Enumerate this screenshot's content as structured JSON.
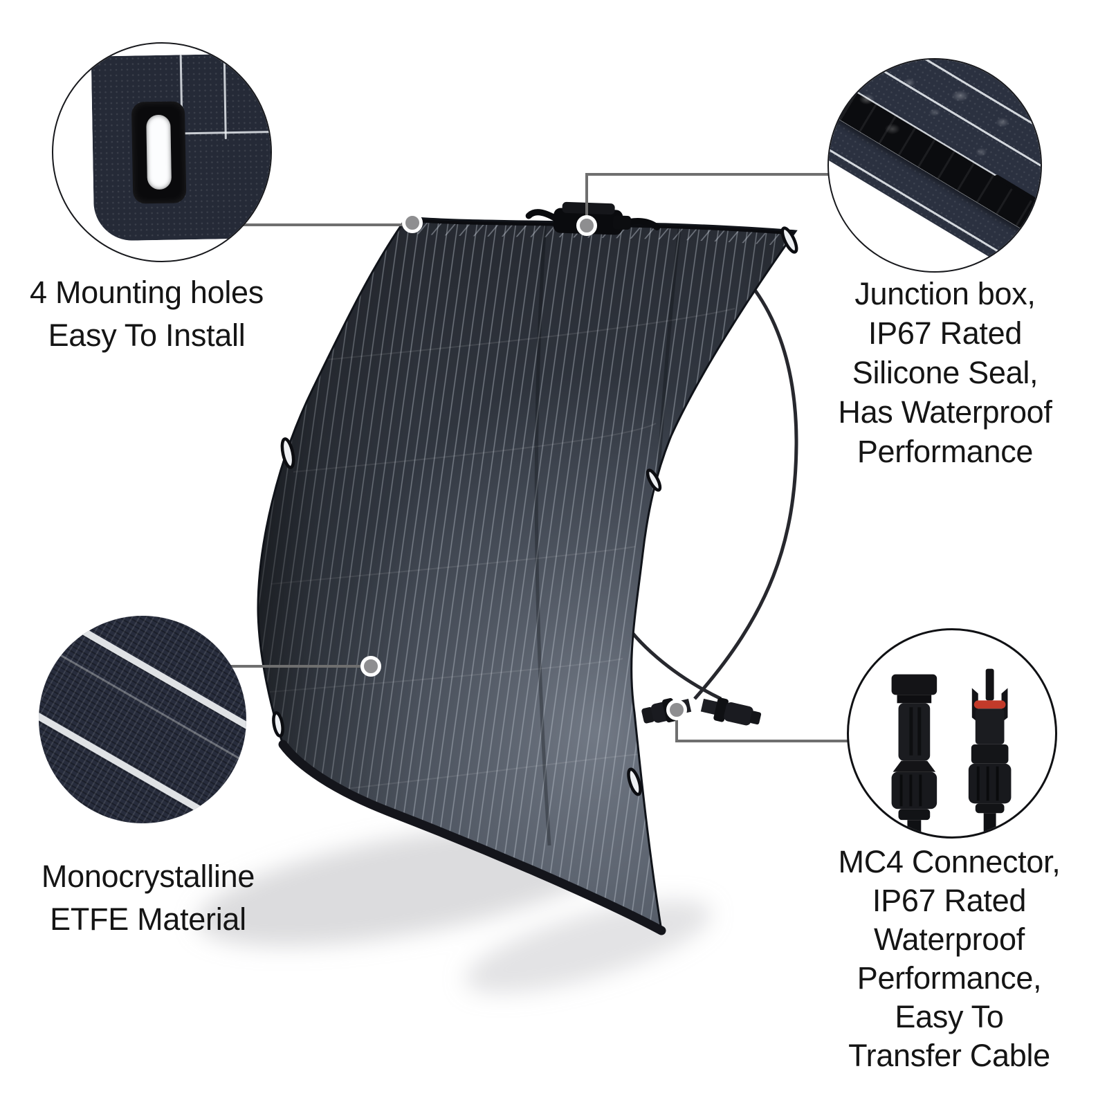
{
  "callouts": {
    "mounting_holes": {
      "lines": [
        "4 Mounting holes",
        "Easy To Install"
      ]
    },
    "junction_box": {
      "lines": [
        "Junction box,",
        "IP67 Rated",
        "Silicone Seal,",
        "Has Waterproof",
        "Performance"
      ]
    },
    "material": {
      "lines": [
        "Monocrystalline",
        "ETFE Material"
      ]
    },
    "mc4_connector": {
      "lines": [
        "MC4 Connector,",
        "IP67 Rated",
        "Waterproof",
        "Performance,",
        "Easy To",
        "Transfer Cable"
      ]
    }
  },
  "colors": {
    "background": "#ffffff",
    "text": "#151515",
    "leader_line": "#6f6f6f",
    "marker_dot": "#8e8e90",
    "panel_dark": "#24272e",
    "panel_mid": "#343a44",
    "panel_light": "#49505b",
    "cell_stripe": "#cdd4de",
    "inset_navy": "#2b3140",
    "mc4_red_oring": "#c23a2a"
  }
}
